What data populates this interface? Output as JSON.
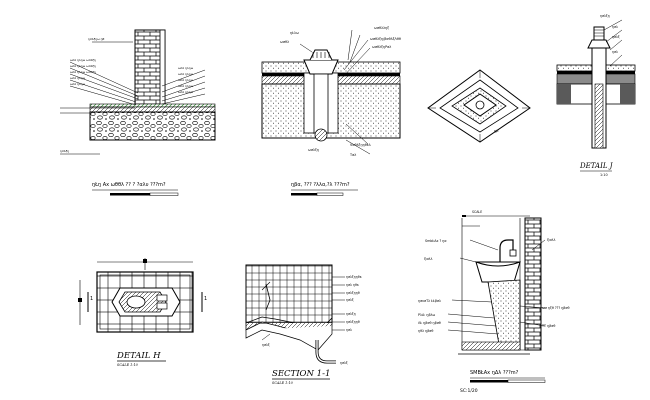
{
  "sheet": {
    "labels": {
      "d1_title": "ŋŁŋ Ax ωθθλ ?? ? ?αλυ ???m?",
      "d2_title": "ŋβα, ??? ?λλα,?λ ???m?",
      "d4_title": "DETAIL J",
      "d4_scale": "1:10",
      "d5_title": "DETAIL H",
      "d5_scale": "SCALE   1:10",
      "d6_title": "SECTION 1-1",
      "d6_scale": "SCALE   1:10",
      "d7_title": "SMBŁAx ŋΔλ ???m?",
      "d7_scale": "SC:1/20",
      "d7_top": "SCALE",
      "mark_1": "1",
      "d2_note_top": "ŋŁλω",
      "d2_note_a": "ωσθλ",
      "d2_note_b": "ωσθλλŋξ",
      "d2_note_c": "ωσθλξŋ/βσθλξΛθθ",
      "d2_note_d": "ωσθλξŋΡσλ",
      "d2_note_e": "Vσθλξŋŋθκλ",
      "d2_note_f": "Τσλ",
      "d7_note_a": "SmbŁAx ? ŋα",
      "d7_note_b": "Ŋσλλ",
      "d7_note_c": "ŋσνσΤλ ŁŁβσλ",
      "d7_note_d": "ΡλΑ: ŋβλω",
      "d7_note_e": "ωσ ŋξθ ??? ŋβσθ",
      "d7_note_f": "ΤΤ ŋβσθ",
      "d7_note_g": "ΛŁ ŋβσθ ŋβσθ",
      "d7_note_h": "ŋθλ ŋβσθ"
    }
  }
}
